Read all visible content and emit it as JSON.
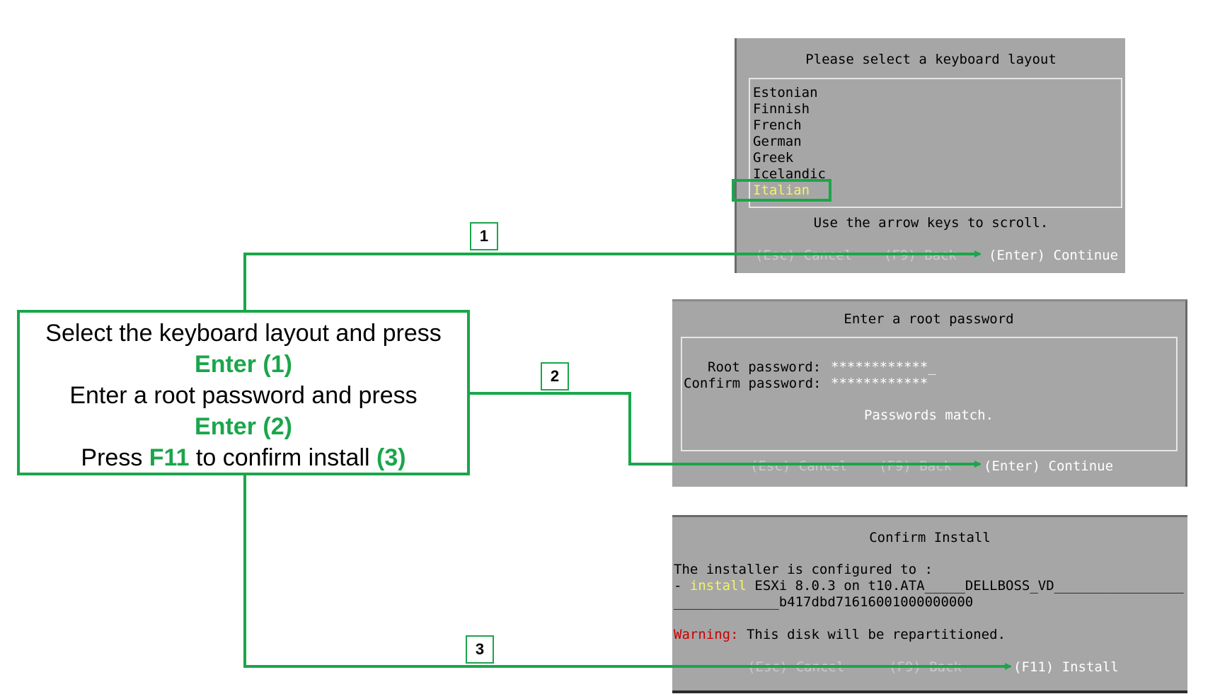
{
  "colors": {
    "accent": "#1aa64a",
    "panel": "#a6a6a6",
    "highlight": "#f4f26a",
    "warning": "#c80000"
  },
  "callout": {
    "line1": "Select the keyboard layout and press",
    "line2": "Enter (1)",
    "line3": "Enter a root password and press",
    "line4": "Enter (2)",
    "line5_pre": "Press ",
    "line5_key": "F11",
    "line5_mid": " to confirm install ",
    "line5_num": "(3)"
  },
  "markers": [
    "1",
    "2",
    "3"
  ],
  "keyboard_screen": {
    "title": "Please select a keyboard layout",
    "layouts": [
      "Estonian",
      "Finnish",
      "French",
      "German",
      "Greek",
      "Icelandic"
    ],
    "selected": "Italian",
    "hint": "Use the arrow keys to scroll.",
    "cancel": "(Esc) Cancel",
    "back": "(F9) Back",
    "continue": "(Enter) Continue"
  },
  "password_screen": {
    "title": "Enter a root password",
    "root_label": "Root password:",
    "root_value": "************_",
    "confirm_label": "Confirm password:",
    "confirm_value": "************",
    "status": "Passwords match.",
    "cancel": "(Esc) Cancel",
    "back": "(F9) Back",
    "continue": "(Enter) Continue"
  },
  "confirm_screen": {
    "title": "Confirm Install",
    "line1": "The installer is configured to :",
    "dash": "- ",
    "install_word": "install",
    "line2_rest": " ESXi 8.0.3 on t10.ATA_____DELLBOSS_VD________________",
    "line3": "_____________b417dbd71616001000000000",
    "warning_label": "Warning:",
    "warning_text": " This disk will be repartitioned.",
    "cancel": "(Esc) Cancel",
    "back": "(F9) Back",
    "install": "(F11) Install"
  }
}
